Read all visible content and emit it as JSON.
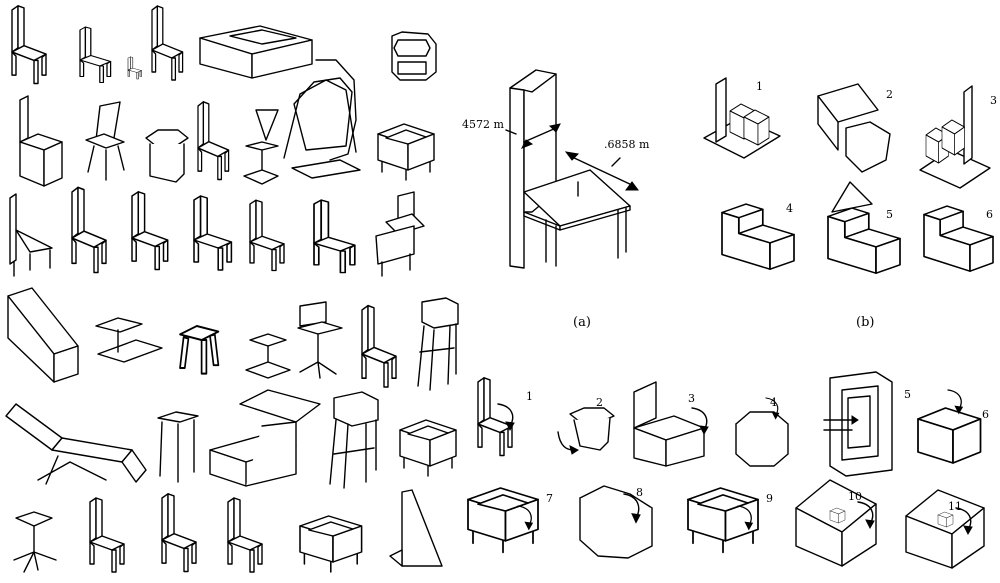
{
  "panel_a": {
    "caption": "(a)",
    "dim_depth": "4572 m",
    "dim_diagonal": ".6858 m"
  },
  "panel_b": {
    "caption": "(b)",
    "numbers": [
      "1",
      "2",
      "3",
      "4",
      "5",
      "6"
    ]
  },
  "panel_c": {
    "numbers": [
      "1",
      "2",
      "3",
      "4",
      "5",
      "6",
      "7",
      "8",
      "9",
      "10",
      "11"
    ]
  }
}
